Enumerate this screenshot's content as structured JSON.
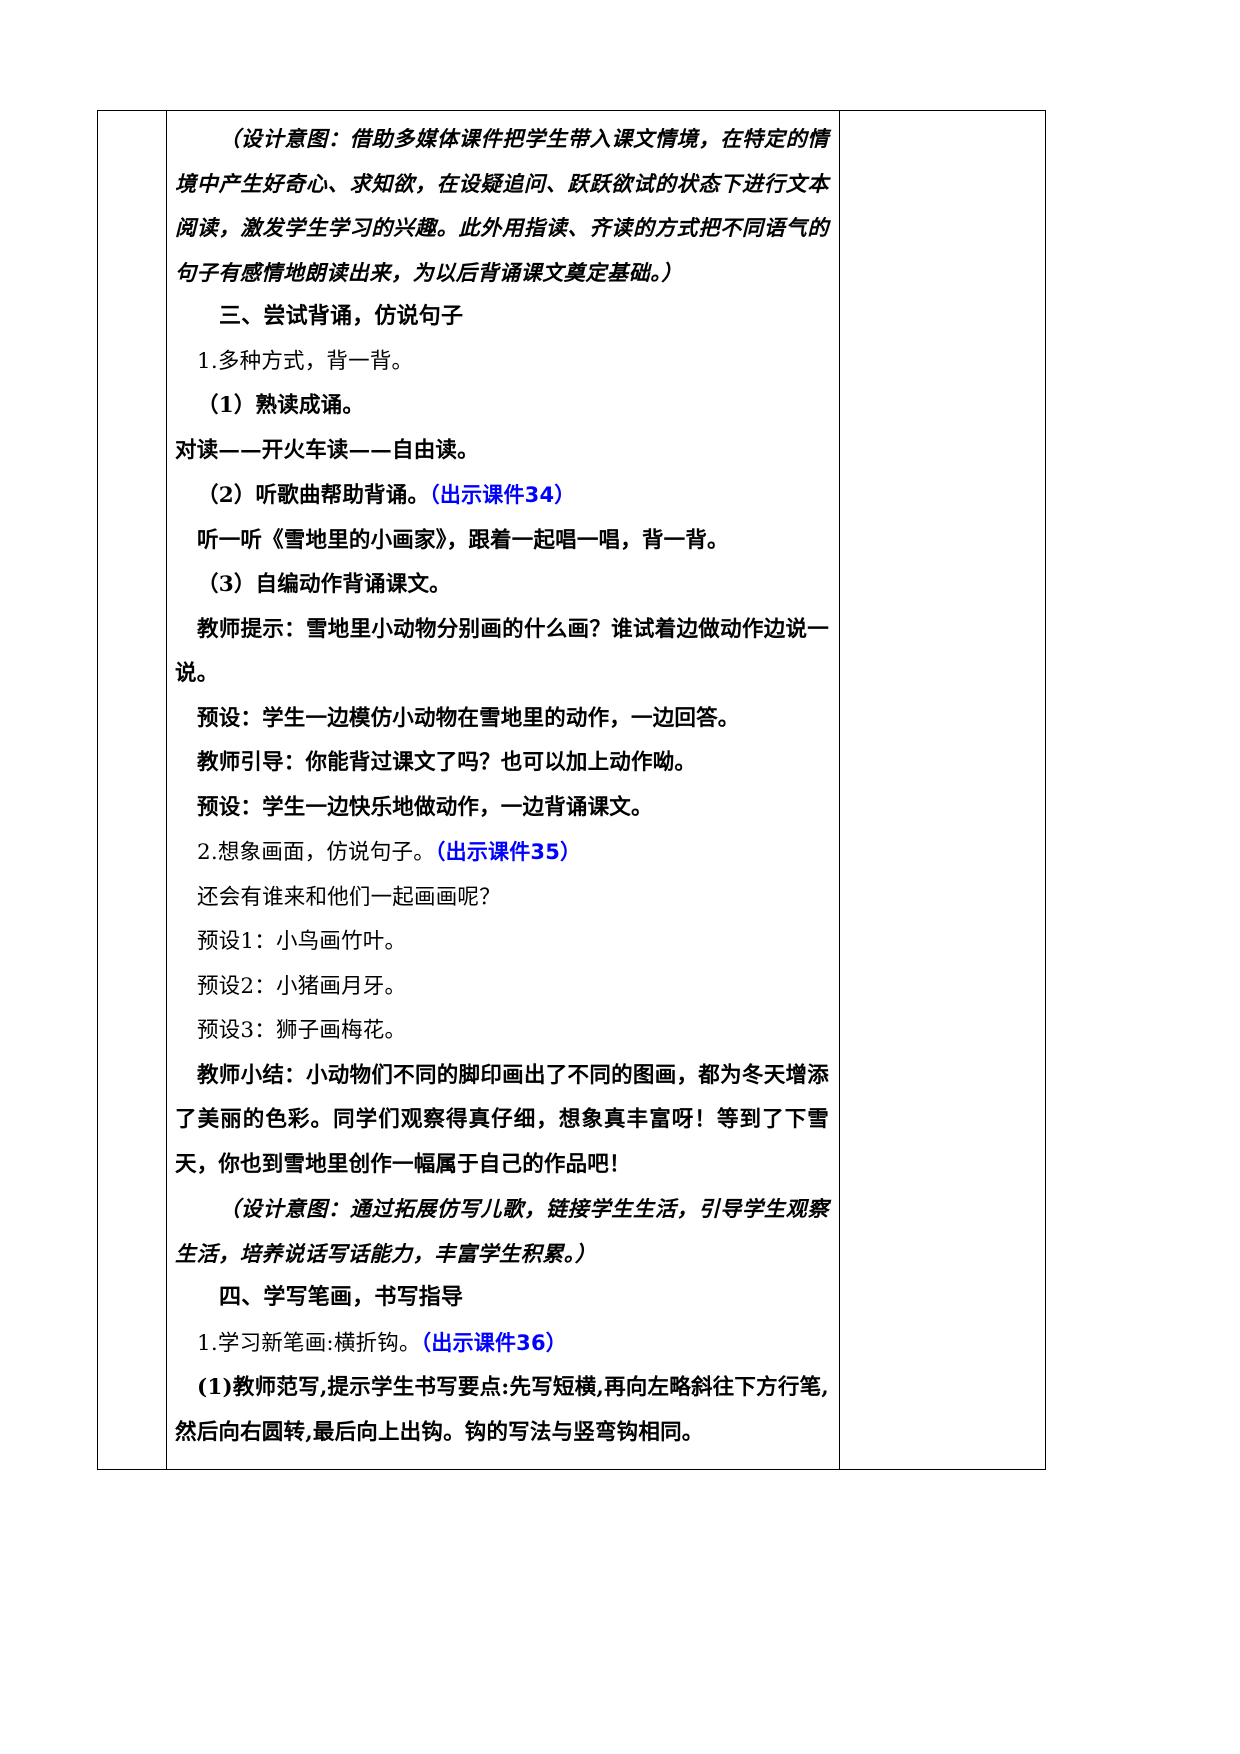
{
  "document": {
    "type": "lesson-plan-table",
    "colors": {
      "text": "#000000",
      "courseware_marker": "#0000FF",
      "border": "#000000",
      "background": "#FFFFFF"
    }
  },
  "table": {
    "left_column": "",
    "right_column": "",
    "main_column": {
      "blocks": [
        {
          "id": "design-intent-1",
          "style": "kai",
          "indent": "2",
          "label": "（设计意图：",
          "text": "借助多媒体课件把学生带入课文情境，在特定的情境中产生好奇心、求知欲，在设疑追问、跃跃欲试的状态下进行文本阅读，激发学生学习的兴趣。此外用指读、齐读的方式把不同语气的句子有感情地朗读出来，为以后背诵课文奠定基础。）"
        },
        {
          "id": "heading-3",
          "style": "hei",
          "indent": "2",
          "text": "三、尝试背诵，仿说句子"
        },
        {
          "id": "item-1",
          "style": "song-light",
          "indent": "1",
          "text": "1.多种方式，背一背。"
        },
        {
          "id": "item-1-1",
          "style": "song",
          "indent": "1",
          "text": "（1）熟读成诵。"
        },
        {
          "id": "reading-modes",
          "style": "song",
          "indent": "0",
          "text": "对读——开火车读——自由读。"
        },
        {
          "id": "item-1-2",
          "style": "song",
          "indent": "1",
          "text": "（2）听歌曲帮助背诵。",
          "courseware": "（出示课件34）"
        },
        {
          "id": "listen-song",
          "style": "song",
          "indent": "1",
          "text": "听一听《雪地里的小画家》，跟着一起唱一唱，背一背。"
        },
        {
          "id": "item-1-3",
          "style": "song",
          "indent": "1",
          "text": "（3）自编动作背诵课文。"
        },
        {
          "id": "teacher-prompt",
          "style": "song",
          "indent": "1",
          "text": "教师提示：雪地里小动物分别画的什么画？谁试着边做动作边说一说。"
        },
        {
          "id": "expect-1",
          "style": "song",
          "indent": "1",
          "text": "预设：学生一边模仿小动物在雪地里的动作，一边回答。"
        },
        {
          "id": "teacher-guide",
          "style": "song",
          "indent": "1",
          "text": "教师引导：你能背过课文了吗？也可以加上动作呦。"
        },
        {
          "id": "expect-2",
          "style": "song",
          "indent": "1",
          "text": "预设：学生一边快乐地做动作，一边背诵课文。"
        },
        {
          "id": "item-2",
          "style": "song-light",
          "indent": "1",
          "text": "2.想象画面，仿说句子。",
          "courseware": "（出示课件35）"
        },
        {
          "id": "question-who",
          "style": "song-light",
          "indent": "1",
          "text": "还会有谁来和他们一起画画呢？"
        },
        {
          "id": "predict-1",
          "style": "song-light",
          "indent": "1",
          "text": "预设1：小鸟画竹叶。"
        },
        {
          "id": "predict-2",
          "style": "song-light",
          "indent": "1",
          "text": "预设2：小猪画月牙。"
        },
        {
          "id": "predict-3",
          "style": "song-light",
          "indent": "1",
          "text": "预设3：狮子画梅花。"
        },
        {
          "id": "teacher-summary",
          "style": "song",
          "indent": "1",
          "text": "教师小结：小动物们不同的脚印画出了不同的图画，都为冬天增添了美丽的色彩。同学们观察得真仔细，想象真丰富呀！等到了下雪天，你也到雪地里创作一幅属于自己的作品吧！"
        },
        {
          "id": "design-intent-2",
          "style": "kai",
          "indent": "2",
          "label": "（设计意图：",
          "text": "通过拓展仿写儿歌，链接学生生活，引导学生观察生活，培养说话写话能力，丰富学生积累。）"
        },
        {
          "id": "heading-4",
          "style": "hei",
          "indent": "2",
          "text": "四、学写笔画，书写指导"
        },
        {
          "id": "item-4-1",
          "style": "song-light",
          "indent": "1",
          "text": "1.学习新笔画:横折钩。",
          "courseware": "（出示课件36）"
        },
        {
          "id": "item-4-1-1",
          "style": "song",
          "indent": "1",
          "text": "(1)教师范写,提示学生书写要点:先写短横,再向左略斜往下方行笔,然后向右圆转,最后向上出钩。钩的写法与竖弯钩相同。"
        }
      ]
    }
  }
}
